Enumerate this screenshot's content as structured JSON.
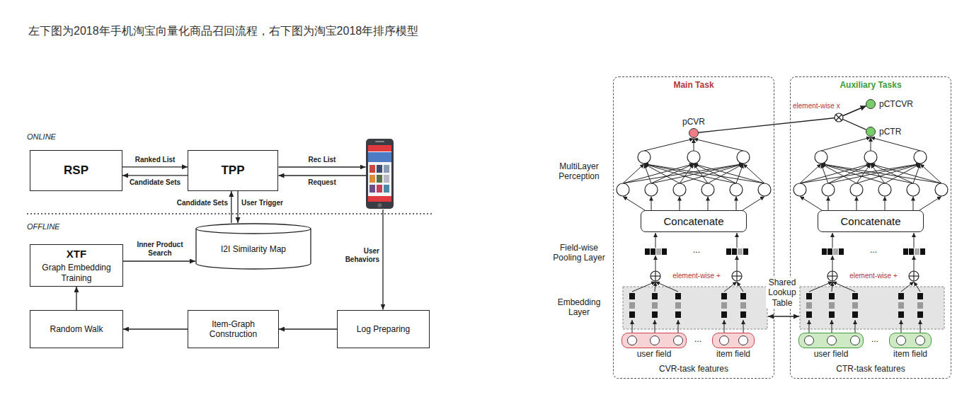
{
  "diagram": {
    "title": "左下图为2018年手机淘宝向量化商品召回流程，右下图为淘宝2018年排序模型",
    "nodes": [
      {
        "text": [
          "RSP"
        ]
      },
      {
        "text": [
          "TPP"
        ]
      },
      {
        "text": [
          "XTF",
          "Graph Embedding Training"
        ]
      },
      {
        "text": [
          "I2I Similarity Map"
        ]
      },
      {
        "text": [
          "Random Walk"
        ]
      },
      {
        "text": [
          "Item-Graph Construction"
        ]
      },
      {
        "text": [
          "Log Preparing"
        ]
      },
      {
        "text": [
          "Main Task",
          "CVR-task features"
        ]
      },
      {
        "text": [
          "pCVR"
        ],
        "in": 7
      },
      {
        "text": [
          "Concatenate"
        ],
        "in": 7
      },
      {
        "text": [
          "user field"
        ],
        "in": 7
      },
      {
        "text": [
          "item field"
        ],
        "in": 7
      },
      {
        "text": [
          "Auxiliary Tasks",
          "CTR-task features"
        ]
      },
      {
        "text": [
          "pCTCVR"
        ],
        "in": 12
      },
      {
        "text": [
          "pCTR"
        ],
        "in": 12
      },
      {
        "text": [
          "Concatenate"
        ],
        "in": 12
      },
      {
        "text": [
          "user field"
        ],
        "in": 12
      },
      {
        "text": [
          "item field"
        ],
        "in": 12
      }
    ],
    "edges": [
      {
        "from": 0,
        "to": 1,
        "label": "Ranked List",
        "arrow": "to"
      },
      {
        "from": 1,
        "to": 0,
        "label": "Candidate Sets",
        "arrow": "to"
      },
      {
        "from": 3,
        "to": 1,
        "label": "Candidate Sets",
        "arrow": "to"
      },
      {
        "from": 1,
        "to": 3,
        "label": "User Trigger",
        "arrow": "to"
      },
      {
        "from": 2,
        "to": 3,
        "label": "Inner Product Search",
        "arrow": "to"
      },
      {
        "from": 6,
        "to": 5,
        "arrow": "to"
      },
      {
        "from": 5,
        "to": 4,
        "arrow": "to"
      },
      {
        "from": 4,
        "to": 2,
        "arrow": "to"
      },
      {
        "from": 8,
        "to": 13,
        "label": "element-wise x",
        "arrow": "to"
      },
      {
        "from": 14,
        "to": 13,
        "arrow": "to"
      }
    ],
    "labels": [
      "ONLINE",
      "Rec List",
      "Request",
      "OFFLINE",
      "User Behaviors",
      "MultiLayer Perception",
      "Field-wise Pooling Layer",
      "Embedding Layer",
      "...",
      "element-wise +",
      "...",
      "...",
      "element-wise +",
      "...",
      "Shared Lookup Table"
    ]
  }
}
